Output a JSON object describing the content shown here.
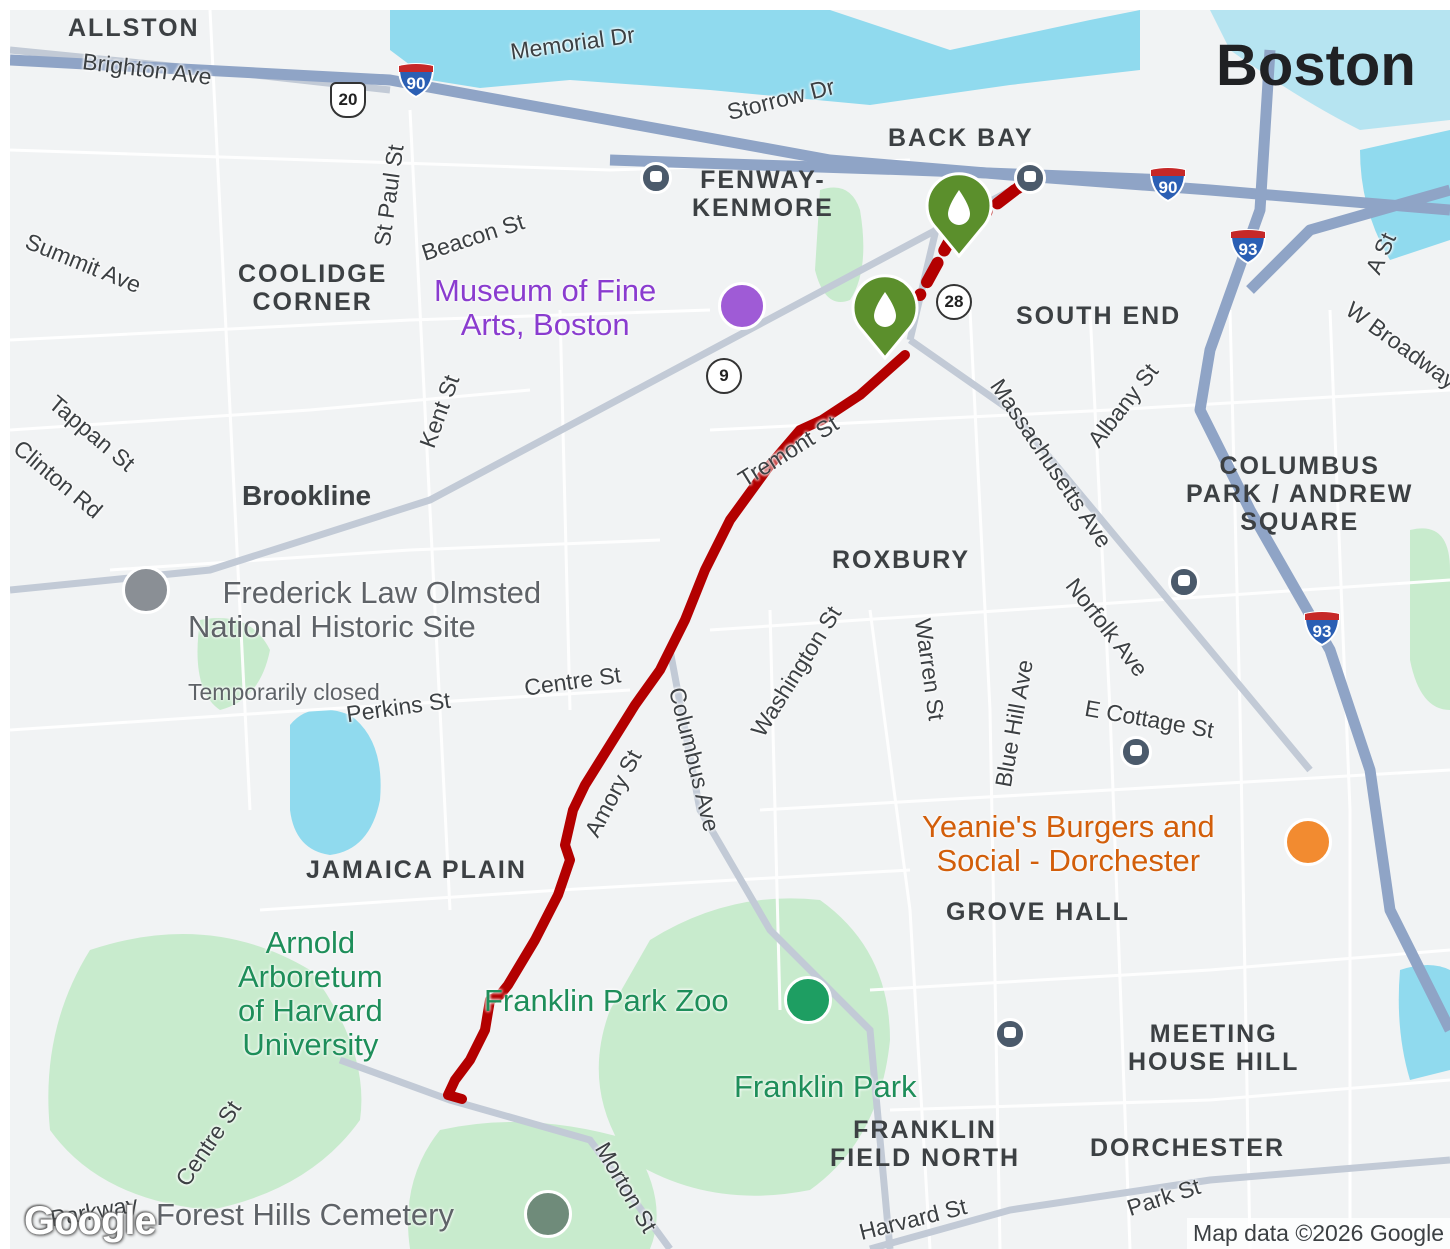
{
  "map": {
    "city_label": "Boston",
    "town_label": "Brookline",
    "neighborhoods": {
      "allston": "ALLSTON",
      "back_bay": "BACK BAY",
      "fenway": "FENWAY-\nKENMORE",
      "coolidge": "COOLIDGE\nCORNER",
      "south_end": "SOUTH END",
      "columbus_park": "COLUMBUS\nPARK / ANDREW\nSQUARE",
      "roxbury": "ROXBURY",
      "jamaica_plain": "JAMAICA PLAIN",
      "grove_hall": "GROVE HALL",
      "meeting_house": "MEETING\nHOUSE HILL",
      "franklin_field": "FRANKLIN\nFIELD NORTH",
      "dorchester": "DORCHESTER"
    },
    "streets": {
      "brighton": "Brighton Ave",
      "memorial": "Memorial Dr",
      "storrow": "Storrow Dr",
      "st_paul": "St Paul St",
      "beacon": "Beacon St",
      "summit": "Summit Ave",
      "kent": "Kent St",
      "tappan": "Tappan St",
      "clinton": "Clinton Rd",
      "tremont": "Tremont St",
      "massachusetts": "Massachusetts Ave",
      "albany": "Albany St",
      "a_st": "A St",
      "w_broadway": "W Broadway",
      "norfolk": "Norfolk Ave",
      "washington": "Washington St",
      "warren": "Warren St",
      "blue_hill": "Blue Hill Ave",
      "e_cottage": "E Cottage St",
      "centre1": "Centre St",
      "perkins": "Perkins St",
      "amory": "Amory St",
      "columbus": "Columbus Ave",
      "centre2": "Centre St",
      "morton": "Morton St",
      "harvard": "Harvard St",
      "park": "Park St",
      "parkway": "Parkway"
    },
    "pois": {
      "mfa": "Museum of Fine\nArts, Boston",
      "olmsted": "Frederick Law Olmsted\nNational Historic Site",
      "olmsted_status": "Temporarily closed",
      "yeanies": "Yeanie's Burgers and\nSocial - Dorchester",
      "zoo": "Franklin Park Zoo",
      "franklin_park": "Franklin Park",
      "arboretum": "Arnold\nArboretum\nof Harvard\nUniversity",
      "cemetery": "Forest Hills Cemetery"
    },
    "shields": {
      "i90_a": "90",
      "i90_b": "90",
      "i93_a": "93",
      "i93_b": "93",
      "us20": "20",
      "ma9": "9",
      "ma28": "28"
    },
    "colors": {
      "route": "#b30000",
      "water": "#90daee",
      "park": "#c8ebcd",
      "highway": "#8fa4c6",
      "marker": "#5b8f2c"
    },
    "footer": {
      "logo": "Google",
      "copyright": "Map data ©2026 Google"
    }
  }
}
